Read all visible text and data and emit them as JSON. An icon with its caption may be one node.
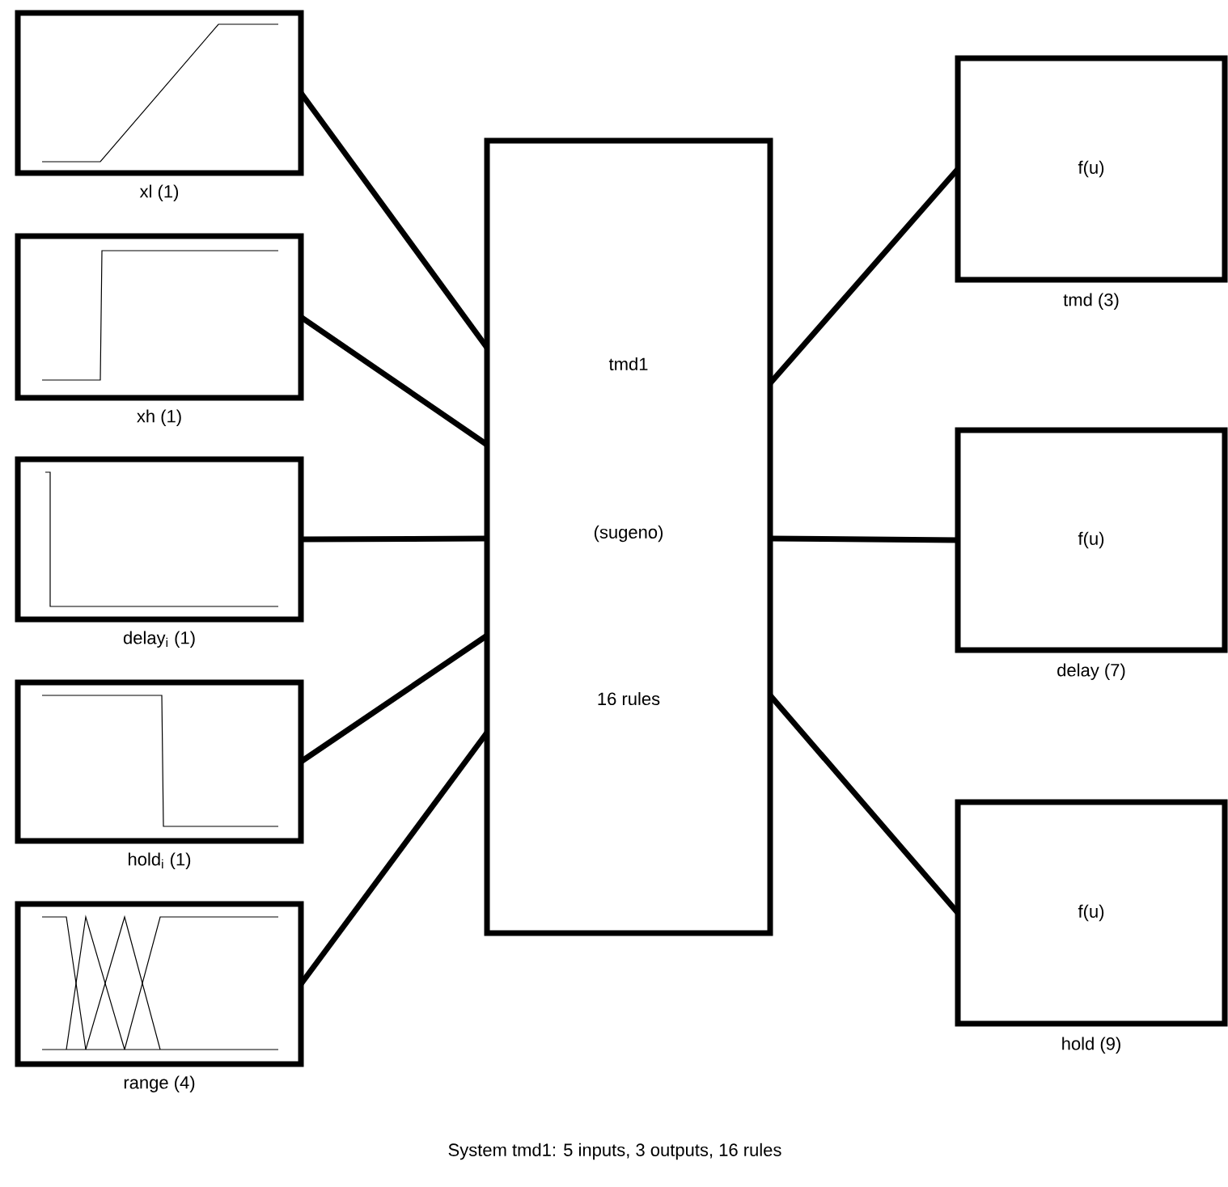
{
  "diagram": {
    "caption": "System tmd1: 5 inputs, 3 outputs, 16 rules",
    "nodes": [
      {
        "text": [
          "xl (1)"
        ]
      },
      {
        "text": [
          "xh (1)"
        ]
      },
      {
        "text": [
          "delay$_{i}$ (1)"
        ]
      },
      {
        "text": [
          "hold$_{i}$ (1)"
        ]
      },
      {
        "text": [
          "range (4)"
        ]
      },
      {
        "text": [
          "tmd1",
          "(sugeno)",
          "16 rules"
        ]
      },
      {
        "text": [
          "f(u)",
          "tmd (3)"
        ]
      },
      {
        "text": [
          "f(u)",
          "delay (7)"
        ]
      },
      {
        "text": [
          "f(u)",
          "hold (9)"
        ]
      }
    ],
    "edges": [
      {
        "from": 0,
        "to": 5,
        "arrow": "none"
      },
      {
        "from": 1,
        "to": 5,
        "arrow": "none"
      },
      {
        "from": 2,
        "to": 5,
        "arrow": "none"
      },
      {
        "from": 3,
        "to": 5,
        "arrow": "none"
      },
      {
        "from": 4,
        "to": 5,
        "arrow": "none"
      },
      {
        "from": 5,
        "to": 6,
        "arrow": "none"
      },
      {
        "from": 5,
        "to": 7,
        "arrow": "none"
      },
      {
        "from": 5,
        "to": 8,
        "arrow": "none"
      }
    ]
  }
}
